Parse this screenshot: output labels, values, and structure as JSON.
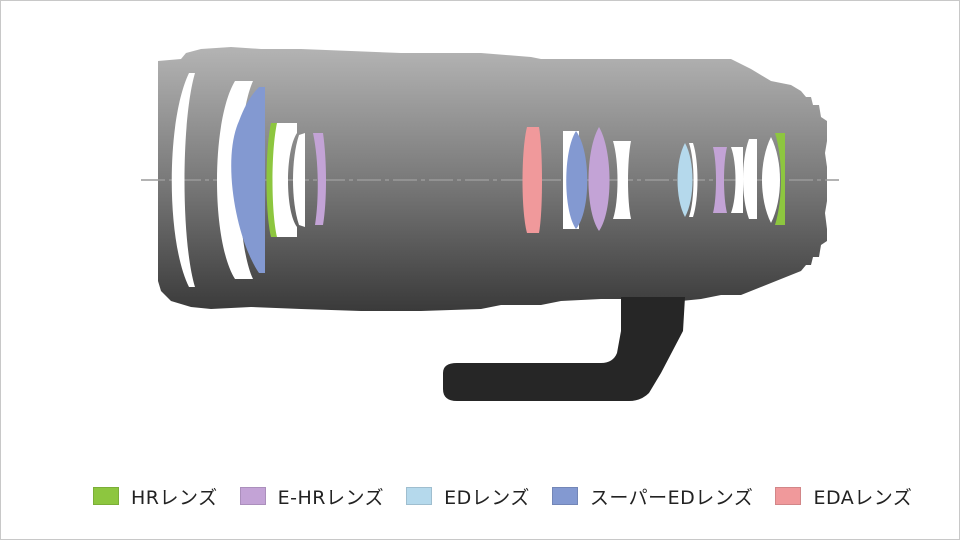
{
  "colors": {
    "body_top": "#b4b4b4",
    "body_bottom": "#3a3a3a",
    "foot": "#262626",
    "lens_plain": "#ffffff",
    "axis": "#9a9a9a"
  },
  "legend": [
    {
      "key": "hr",
      "label": "HRレンズ",
      "color": "#8dc63f"
    },
    {
      "key": "ehr",
      "label": "E-HRレンズ",
      "color": "#c3a3d6"
    },
    {
      "key": "ed",
      "label": "EDレンズ",
      "color": "#b5d9ec"
    },
    {
      "key": "super_ed",
      "label": "スーパーEDレンズ",
      "color": "#8399d1"
    },
    {
      "key": "eda",
      "label": "EDAレンズ",
      "color": "#f0999b"
    }
  ]
}
